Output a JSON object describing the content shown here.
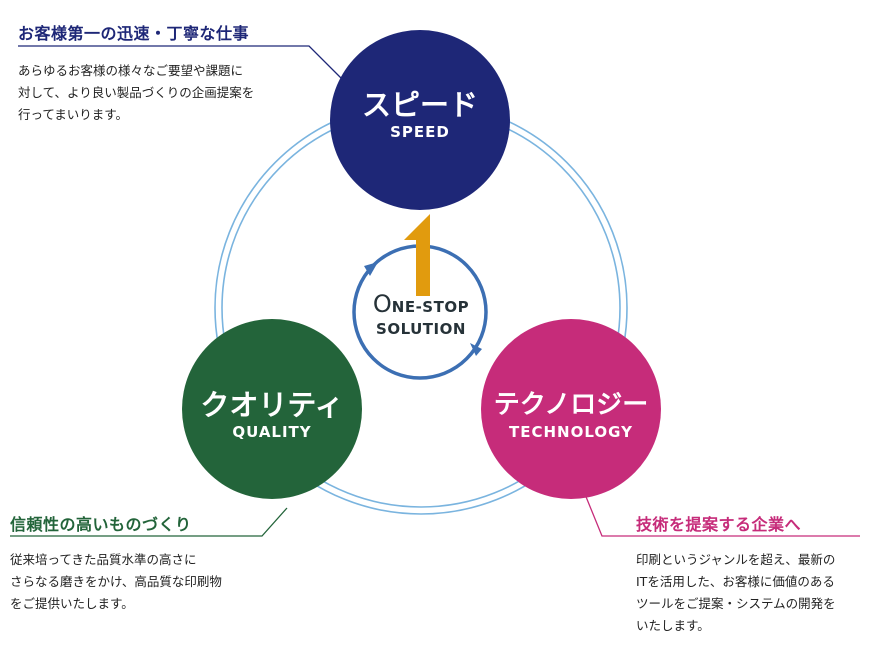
{
  "colors": {
    "speed": "#1e2777",
    "quality": "#23643a",
    "technology": "#c62c7a",
    "ring": "#7ab4df",
    "cycle": "#3c6fb3",
    "arrow": "#e19b0e",
    "center_text": "#263238"
  },
  "speed": {
    "title": "スピード",
    "subtitle": "SPEED",
    "heading": "お客様第一の迅速・丁寧な仕事",
    "lines": [
      "あらゆるお客様の様々なご要望や課題に",
      "対して、より良い製品づくりの企画提案を",
      "行ってまいります。"
    ]
  },
  "quality": {
    "title": "クオリティ",
    "subtitle": "QUALITY",
    "heading": "信頼性の高いものづくり",
    "lines": [
      "従来培ってきた品質水準の高さに",
      "さらなる磨きをかけ、高品質な印刷物",
      "をご提供いたします。"
    ]
  },
  "technology": {
    "title": "テクノロジー",
    "subtitle": "TECHNOLOGY",
    "heading": "技術を提案する企業へ",
    "lines": [
      "印刷というジャンルを超え、最新の",
      "ITを活用した、お客様に価値のある",
      "ツールをご提案・システムの開発を",
      "いたします。"
    ]
  },
  "center": {
    "line1_initial": "O",
    "line1_rest": "NE-STOP",
    "line2": "SOLUTION"
  }
}
